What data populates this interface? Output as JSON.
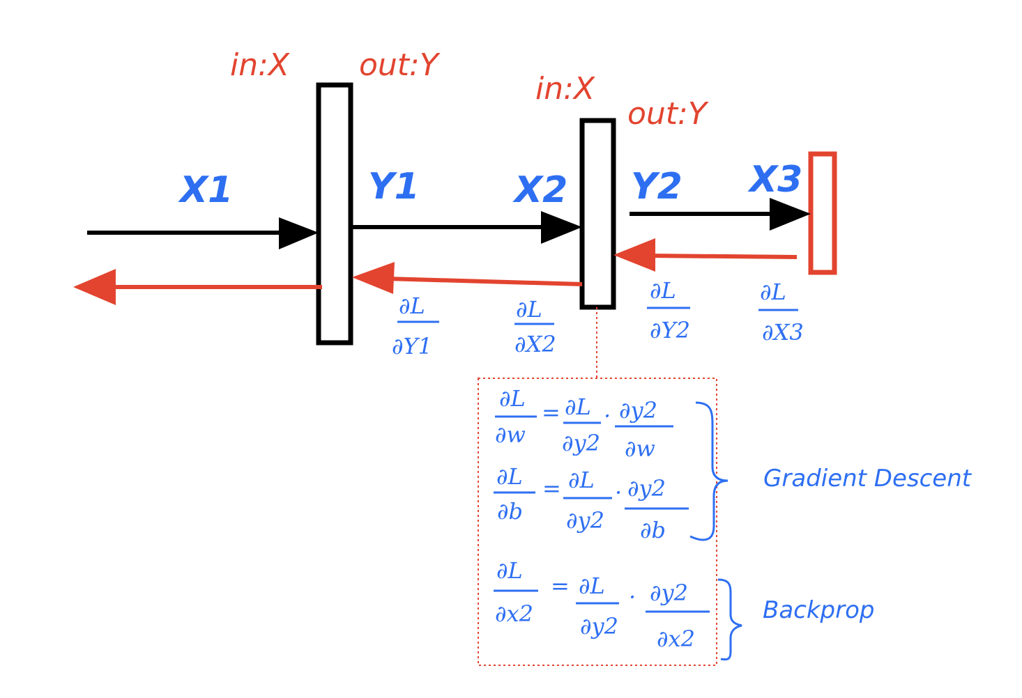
{
  "colors": {
    "ink_black": "#000000",
    "signal_blue": "#2e6ff2",
    "gradient_red": "#e2442f"
  },
  "layer1": {
    "in_label": "in:X",
    "out_label": "out:Y"
  },
  "layer2": {
    "in_label": "in:X",
    "out_label": "out:Y"
  },
  "forward": {
    "x1": "X1",
    "y1": "Y1",
    "x2": "X2",
    "y2": "Y2",
    "x3": "X3"
  },
  "backward": {
    "dL_dY1": {
      "num": "∂L",
      "den": "∂Y1"
    },
    "dL_dX2": {
      "num": "∂L",
      "den": "∂X2"
    },
    "dL_dY2": {
      "num": "∂L",
      "den": "∂Y2"
    },
    "dL_dX3": {
      "num": "∂L",
      "den": "∂X3"
    }
  },
  "equations": {
    "dw": {
      "lhs_num": "∂L",
      "lhs_den": "∂w",
      "a_num": "∂L",
      "a_den": "∂y2",
      "b_num": "∂y2",
      "b_den": "∂w"
    },
    "db": {
      "lhs_num": "∂L",
      "lhs_den": "∂b",
      "a_num": "∂L",
      "a_den": "∂y2",
      "b_num": "∂y2",
      "b_den": "∂b"
    },
    "dx": {
      "lhs_num": "∂L",
      "lhs_den": "∂x2",
      "a_num": "∂L",
      "a_den": "∂y2",
      "b_num": "∂y2",
      "b_den": "∂x2"
    }
  },
  "groups": {
    "gradient_descent": "Gradient Descent",
    "backprop": "Backprop"
  }
}
